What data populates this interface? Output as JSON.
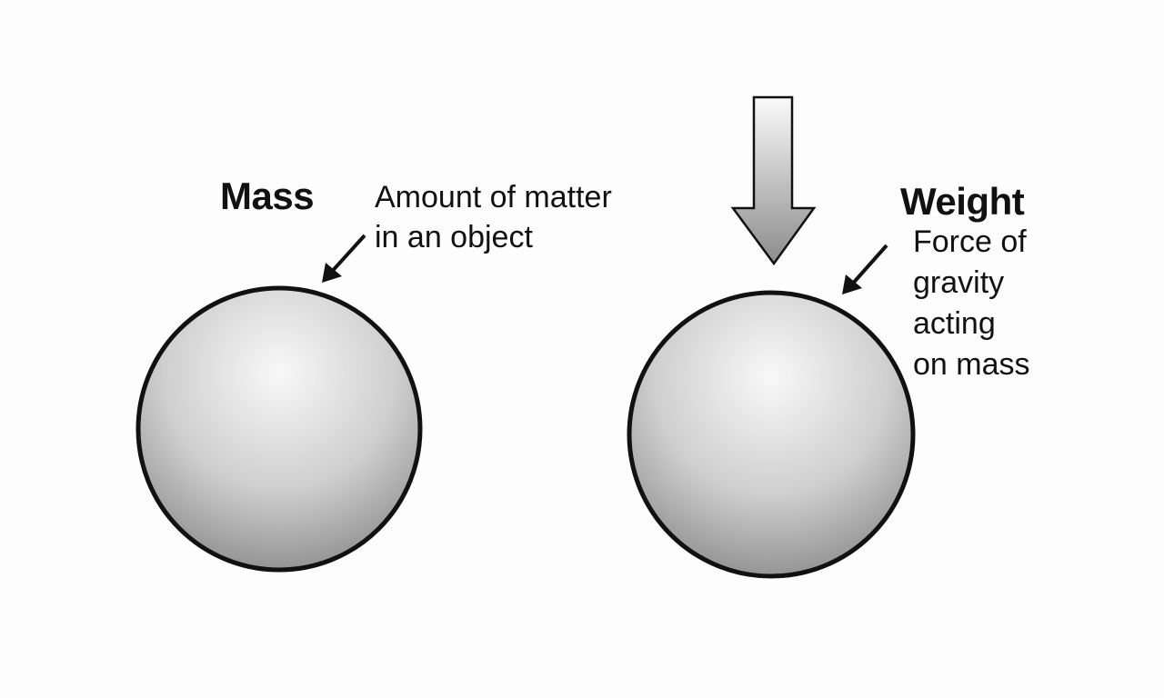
{
  "mass": {
    "title": "Mass",
    "description_line1": "Amount of matter",
    "description_line2": "in an object"
  },
  "weight": {
    "title": "Weight",
    "description_lines": [
      "Force of",
      "gravity",
      "acting",
      "on mass"
    ]
  },
  "colors": {
    "background": "#fdfdfd",
    "outline": "#111111",
    "sphere_highlight": "#f8f8f8",
    "sphere_shadow": "#8a8a8a"
  }
}
